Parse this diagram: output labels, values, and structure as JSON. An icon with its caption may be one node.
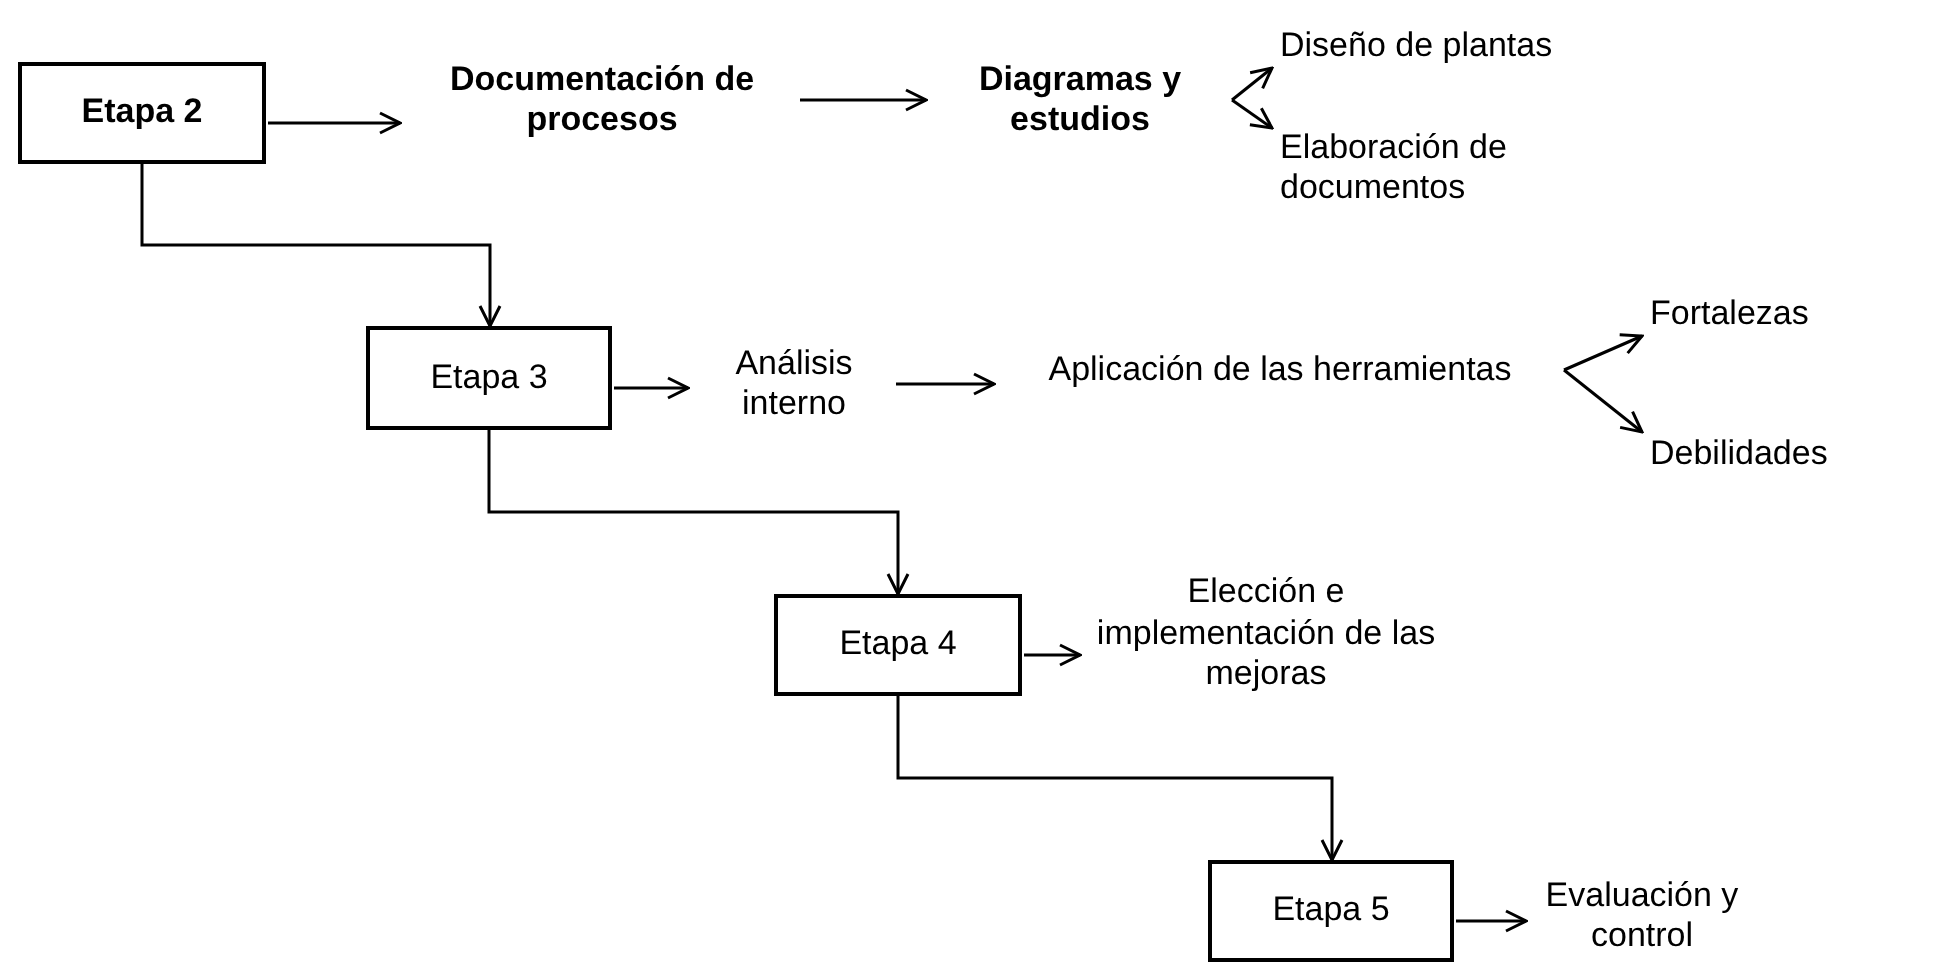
{
  "diagram": {
    "nodes": [
      {
        "text": [
          "Etapa 2"
        ]
      },
      {
        "text": [
          "Documentación de procesos"
        ]
      },
      {
        "text": [
          "Diagramas y estudios"
        ]
      },
      {
        "text": [
          "Diseño de plantas"
        ]
      },
      {
        "text": [
          "Elaboración de documentos"
        ]
      },
      {
        "text": [
          "Etapa 3"
        ]
      },
      {
        "text": [
          "Análisis interno"
        ]
      },
      {
        "text": [
          "Aplicación de las herramientas"
        ]
      },
      {
        "text": [
          "Fortalezas"
        ]
      },
      {
        "text": [
          "Debilidades"
        ]
      },
      {
        "text": [
          "Etapa 4"
        ]
      },
      {
        "text": [
          "Elección e implementación de las mejoras"
        ]
      },
      {
        "text": [
          "Etapa 5"
        ]
      },
      {
        "text": [
          "Evaluación y control"
        ]
      }
    ],
    "edges": [
      {
        "from": 0,
        "to": 1,
        "arrow": "to"
      },
      {
        "from": 1,
        "to": 2,
        "arrow": "to"
      },
      {
        "from": 2,
        "to": 3,
        "arrow": "to"
      },
      {
        "from": 2,
        "to": 4,
        "arrow": "to"
      },
      {
        "from": 0,
        "to": 5,
        "arrow": "to"
      },
      {
        "from": 5,
        "to": 6,
        "arrow": "to"
      },
      {
        "from": 6,
        "to": 7,
        "arrow": "to"
      },
      {
        "from": 7,
        "to": 8,
        "arrow": "to"
      },
      {
        "from": 7,
        "to": 9,
        "arrow": "to"
      },
      {
        "from": 5,
        "to": 10,
        "arrow": "to"
      },
      {
        "from": 10,
        "to": 11,
        "arrow": "to"
      },
      {
        "from": 10,
        "to": 12,
        "arrow": "to"
      },
      {
        "from": 12,
        "to": 13,
        "arrow": "to"
      }
    ]
  }
}
